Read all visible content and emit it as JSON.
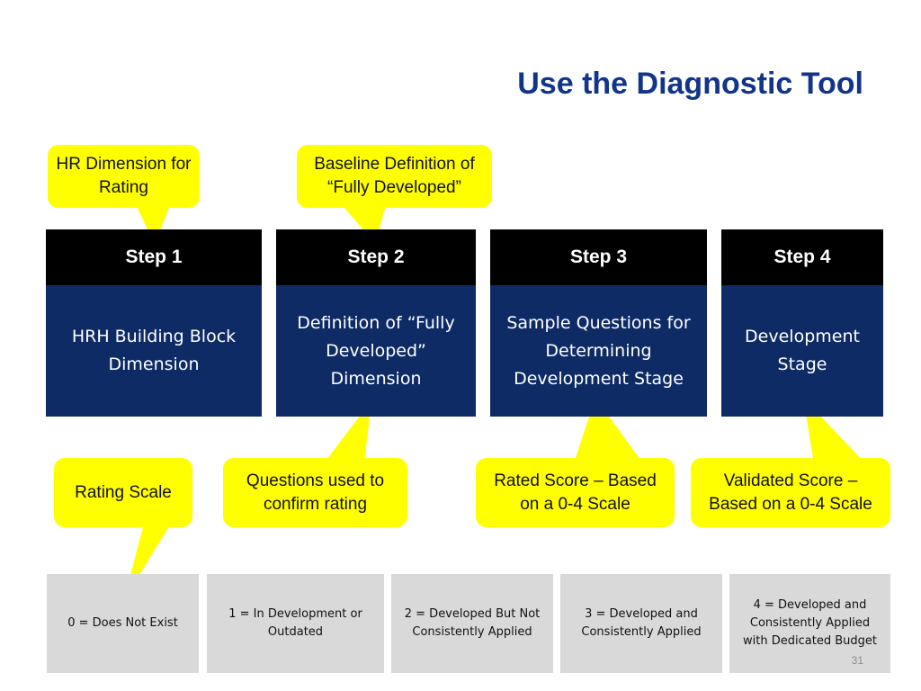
{
  "title": "Use the Diagnostic Tool",
  "steps": [
    {
      "header": "Step 1",
      "body": "HRH Building Block Dimension"
    },
    {
      "header": "Step 2",
      "body": "Definition of “Fully Developed” Dimension"
    },
    {
      "header": "Step 3",
      "body": "Sample Questions for Determining Development Stage"
    },
    {
      "header": "Step 4",
      "body": "Development Stage"
    }
  ],
  "callouts": {
    "top": [
      "HR Dimension for Rating",
      "Baseline Definition of “Fully Developed”"
    ],
    "bottom": [
      "Rating Scale",
      "Questions used to confirm rating",
      "Rated Score – Based on a 0-4 Scale",
      "Validated Score – Based on a 0-4 Scale"
    ]
  },
  "rating_scale": [
    "0 = Does Not Exist",
    "1 = In Development or Outdated",
    "2 = Developed But Not Consistently Applied",
    "3 = Developed and Consistently Applied",
    "4 = Developed and Consistently Applied with Dedicated Budget"
  ],
  "page_number": "31",
  "colors": {
    "title": "#12358a",
    "step_header": "#000000",
    "step_body": "#0e2b66",
    "callout": "#ffff00",
    "scale_box": "#d9d9d9"
  }
}
